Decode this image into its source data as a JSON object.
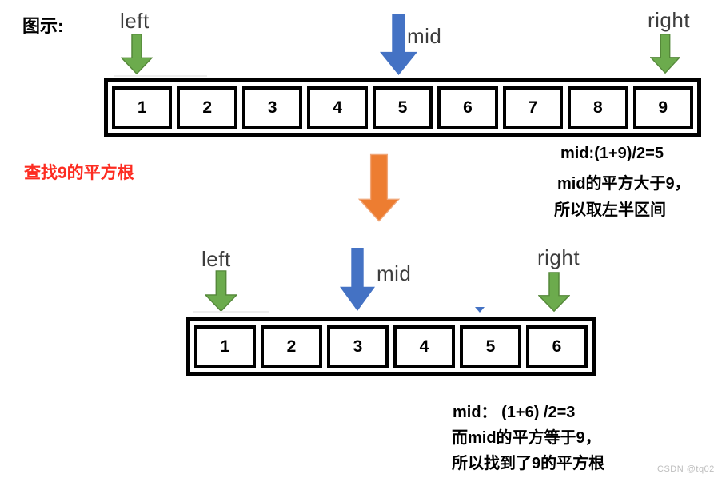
{
  "title": "图示:",
  "colors": {
    "green": "#6CAB4D",
    "green_edge": "#55883A",
    "blue": "#4472C4",
    "orange": "#ED7D31",
    "orange_edge": "#F0A678",
    "red": "#FD2C21",
    "label_gray": "#3D3D3D",
    "watermark_gray": "#BEBEBE"
  },
  "step1": {
    "pointers": {
      "left": "left",
      "mid": "mid",
      "right": "right"
    },
    "cells": [
      "1",
      "2",
      "3",
      "4",
      "5",
      "6",
      "7",
      "8",
      "9"
    ],
    "caption": "查找9的平方根",
    "note_lines": [
      "mid:(1+9)/2=5",
      "mid的平方大于9，",
      "所以取左半区间"
    ]
  },
  "step2": {
    "pointers": {
      "left": "left",
      "mid": "mid",
      "right": "right"
    },
    "cells": [
      "1",
      "2",
      "3",
      "4",
      "5",
      "6"
    ],
    "note_lines": [
      "mid： (1+6) /2=3",
      "而mid的平方等于9，",
      "所以找到了9的平方根"
    ]
  },
  "watermark": "CSDN @tq02"
}
